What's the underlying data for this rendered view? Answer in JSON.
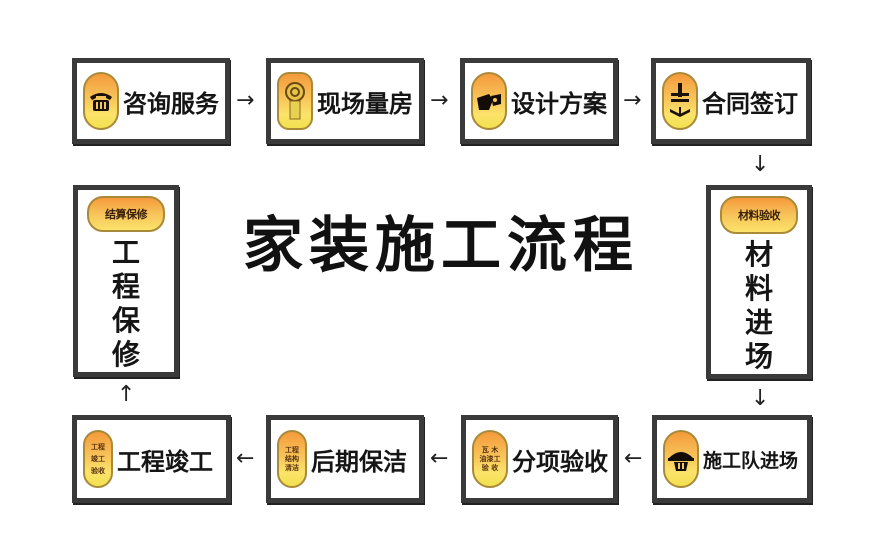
{
  "title": "家装施工流程",
  "steps": [
    {
      "id": 1,
      "label": "咨询服务",
      "icon": "telephone-icon"
    },
    {
      "id": 2,
      "label": "现场量房",
      "icon": "tape-measure-icon"
    },
    {
      "id": 3,
      "label": "设计方案",
      "icon": "design-tools-icon"
    },
    {
      "id": 4,
      "label": "合同签订",
      "icon": "contract-icon"
    },
    {
      "id": 5,
      "label": "材料进场",
      "badge": "材料验收",
      "label_chars": [
        "材",
        "料",
        "进",
        "场"
      ]
    },
    {
      "id": 6,
      "label": "施工队进场",
      "icon": "hard-hat-icon"
    },
    {
      "id": 7,
      "label": "分项验收",
      "icon_text": [
        "瓦 木",
        "油漆工",
        "验 收"
      ]
    },
    {
      "id": 8,
      "label": "后期保洁",
      "icon_text": [
        "工程",
        "结构",
        "清洁"
      ]
    },
    {
      "id": 9,
      "label": "工程竣工",
      "icon_text": [
        "工程",
        "竣工",
        "验收"
      ]
    },
    {
      "id": 10,
      "label": "工程保修",
      "badge": "结算保修",
      "label_chars": [
        "工",
        "程",
        "保",
        "修"
      ]
    }
  ],
  "arrows": {
    "right": "→",
    "left": "←",
    "down": "↓",
    "up": "↑"
  },
  "colors": {
    "border": "#3a3a3a",
    "pill_top": "#f59a3a",
    "pill_bottom": "#fbe36a",
    "text": "#151515"
  }
}
